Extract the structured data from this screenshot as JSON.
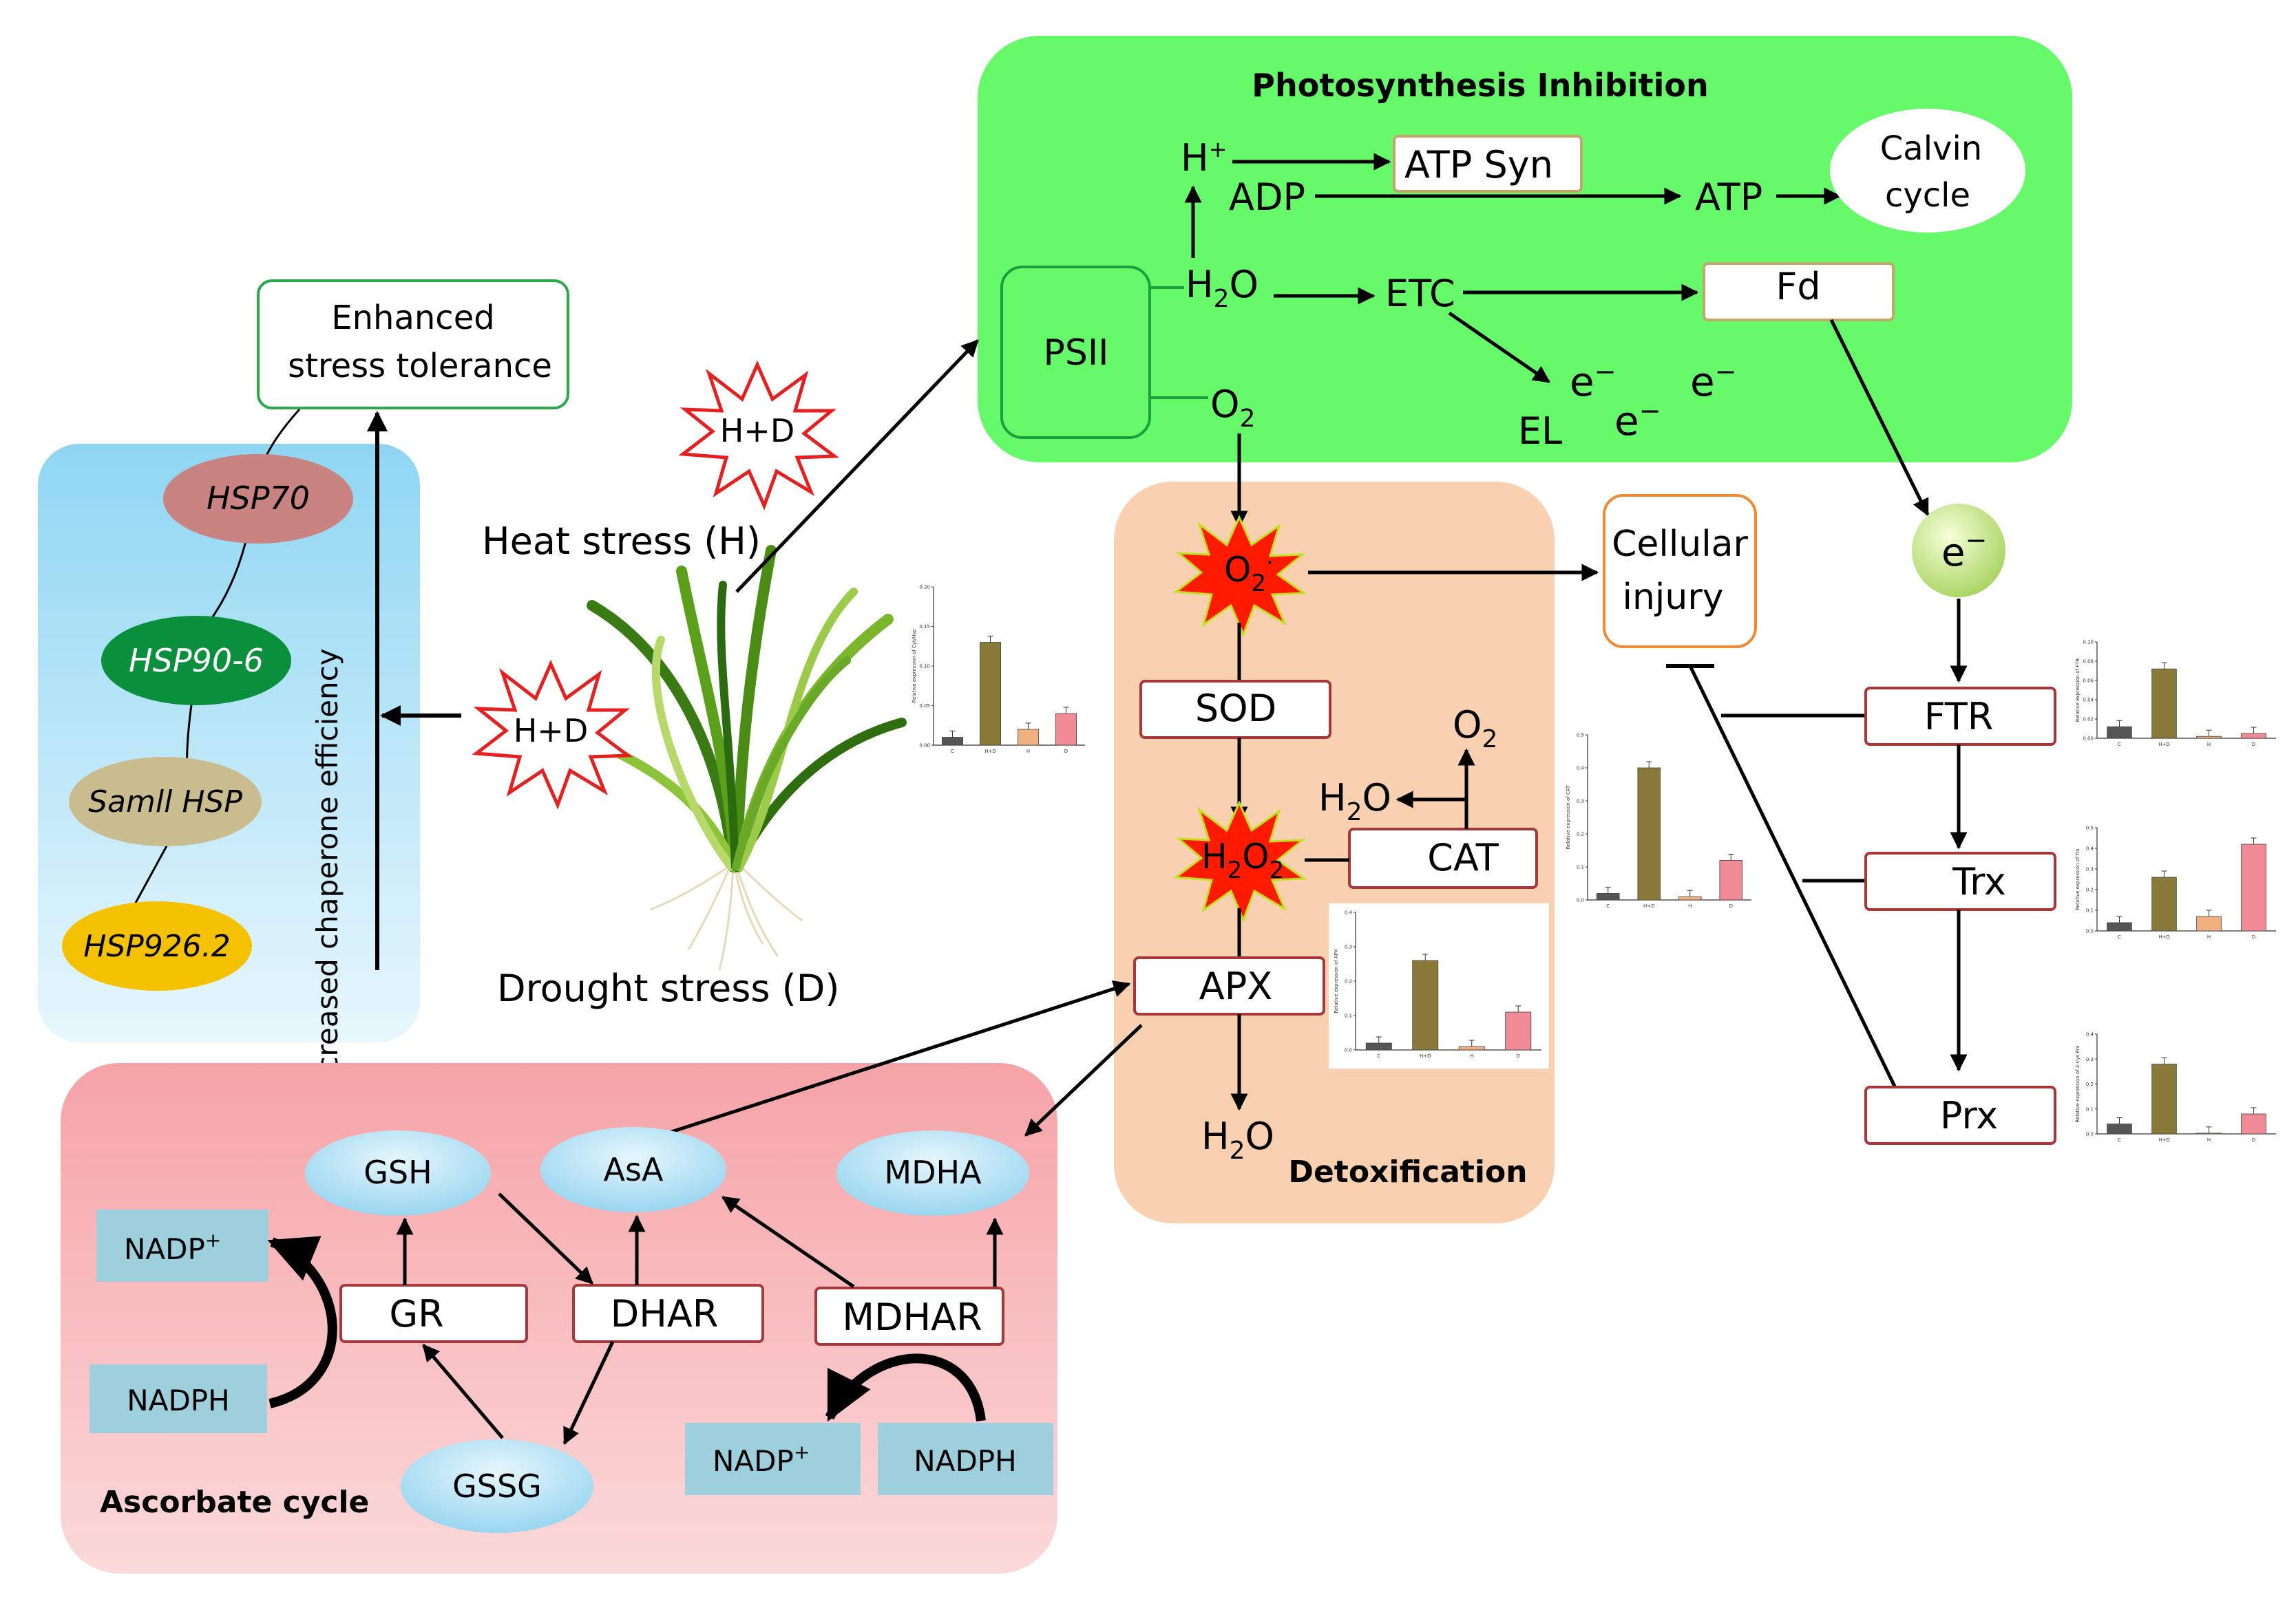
{
  "panels": {
    "photosynthesis_title": "Photosynthesis Inhibition",
    "detox_title": "Detoxification",
    "ascorbate_title": "Ascorbate cycle",
    "chaperone_label": "Increased chaperone efficiency"
  },
  "stress": {
    "tolerance_line1": "Enhanced",
    "tolerance_line2": "stress tolerance",
    "heat": "Heat stress (H)",
    "drought": "Drought stress (D)",
    "combo": "H+D"
  },
  "hsp": [
    "HSP70",
    "HSP90-6",
    "Samll HSP",
    "HSP926.2"
  ],
  "photo": {
    "psii": "PSII",
    "h2o": "H",
    "o2": "O",
    "h_plus": "H",
    "adp": "ADP",
    "atp_syn": "ATP Syn",
    "atp": "ATP",
    "calvin1": "Calvin",
    "calvin2": "cycle",
    "etc": "ETC",
    "fd": "Fd",
    "el": "EL",
    "electron": "e"
  },
  "detox": {
    "superoxide": "O",
    "sod": "SOD",
    "h2o2": "H",
    "cat": "CAT",
    "apx": "APX",
    "o2": "O",
    "h2o": "H",
    "h2o_out": "H"
  },
  "redox": {
    "cellular1": "Cellular",
    "cellular2": "injury",
    "ftr": "FTR",
    "trx": "Trx",
    "prx": "Prx",
    "electron": "e"
  },
  "ascorbate": {
    "gsh": "GSH",
    "asa": "AsA",
    "mdha": "MDHA",
    "gr": "GR",
    "dhar": "DHAR",
    "mdhar": "MDHAR",
    "gssg": "GSSG",
    "nadp_plus": "NADP",
    "nadph": "NADPH"
  },
  "mini_charts": {
    "categories": [
      "C",
      "H+D",
      "H",
      "D"
    ],
    "colors": [
      "#555555",
      "#8a7a3a",
      "#f0b080",
      "#f08a94"
    ],
    "charts": [
      {
        "name": "chaperone",
        "values": [
          0.01,
          0.13,
          0.02,
          0.04
        ],
        "ymax": 0.2,
        "ticks": [
          "0.00",
          "0.05",
          "0.10",
          "0.15",
          "0.20"
        ],
        "ylabel": "Relative expression of Cyt/Hsp"
      },
      {
        "name": "cat",
        "values": [
          0.02,
          0.4,
          0.01,
          0.12
        ],
        "ymax": 0.5,
        "ticks": [
          "0.0",
          "0.1",
          "0.2",
          "0.3",
          "0.4",
          "0.5"
        ],
        "ylabel": "Relative expression of CAT"
      },
      {
        "name": "apx",
        "values": [
          0.02,
          0.26,
          0.01,
          0.11
        ],
        "ymax": 0.4,
        "ticks": [
          "0.0",
          "0.1",
          "0.2",
          "0.3",
          "0.4"
        ],
        "ylabel": "Relative expression of APX"
      },
      {
        "name": "ftr",
        "values": [
          0.012,
          0.072,
          0.002,
          0.005
        ],
        "ymax": 0.1,
        "ticks": [
          "0.00",
          "0.02",
          "0.04",
          "0.06",
          "0.08",
          "0.10"
        ],
        "ylabel": "Relative expression of FTR"
      },
      {
        "name": "trx",
        "values": [
          0.04,
          0.26,
          0.07,
          0.42
        ],
        "ymax": 0.5,
        "ticks": [
          "0.0",
          "0.1",
          "0.2",
          "0.3",
          "0.4",
          "0.5"
        ],
        "ylabel": "Relative expression of Trx"
      },
      {
        "name": "prx",
        "values": [
          0.04,
          0.28,
          0.003,
          0.08
        ],
        "ymax": 0.4,
        "ticks": [
          "0.0",
          "0.1",
          "0.2",
          "0.3",
          "0.4"
        ],
        "ylabel": "Relative expression of 2-Cys Prx"
      }
    ]
  }
}
